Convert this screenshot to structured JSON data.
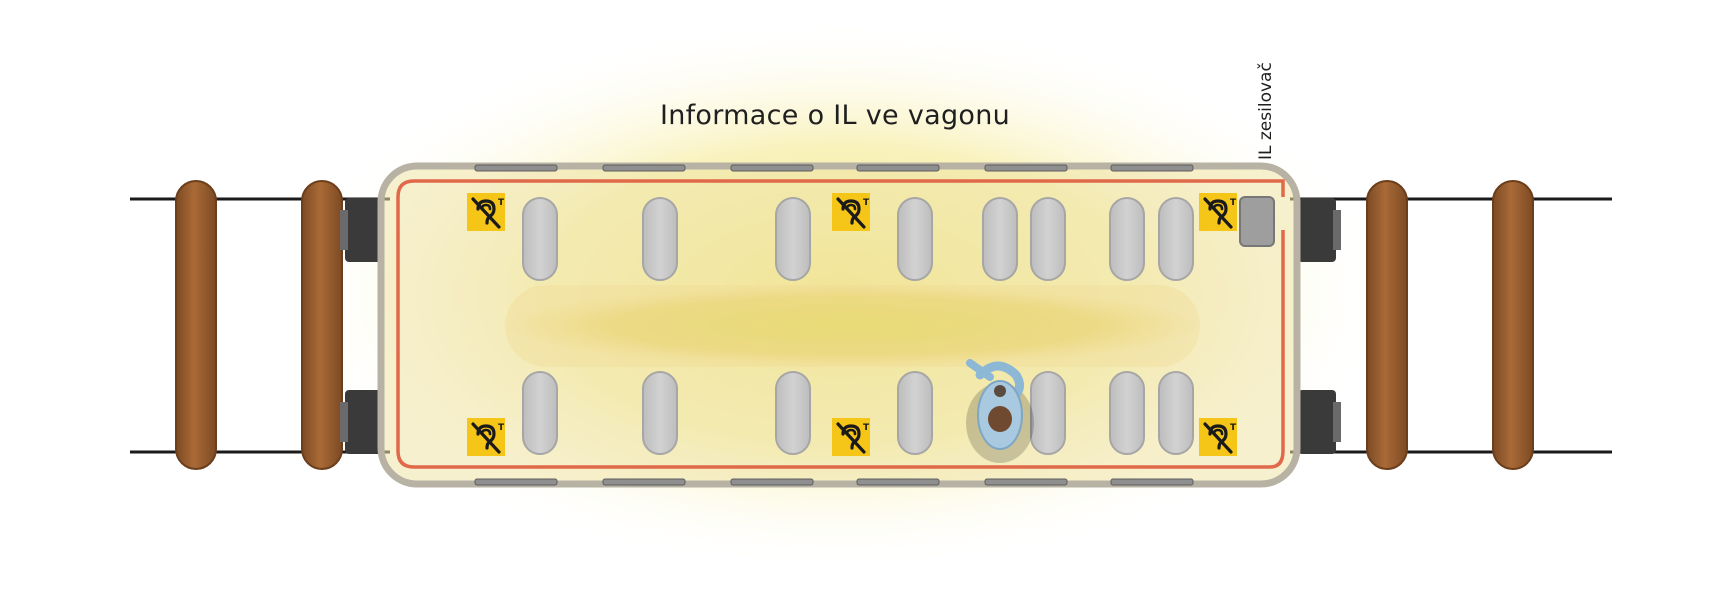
{
  "title": "Informace o IL ve vagonu",
  "amplifier_label": "IL zesilovač",
  "loop_symbol_letter": "T",
  "colors": {
    "loop_wire": "#e0694a",
    "field_glow": "#f2e27a",
    "wagon_outline": "#b7b2a4",
    "seat": "#c9c9c9",
    "buffer_wood": "#9a5f33",
    "hearing_symbol_bg": "#f5c518",
    "rail": "#1a1a1a"
  },
  "icons": [
    "hearing-loop-icon",
    "wheelchair-user-icon",
    "amplifier-icon"
  ]
}
